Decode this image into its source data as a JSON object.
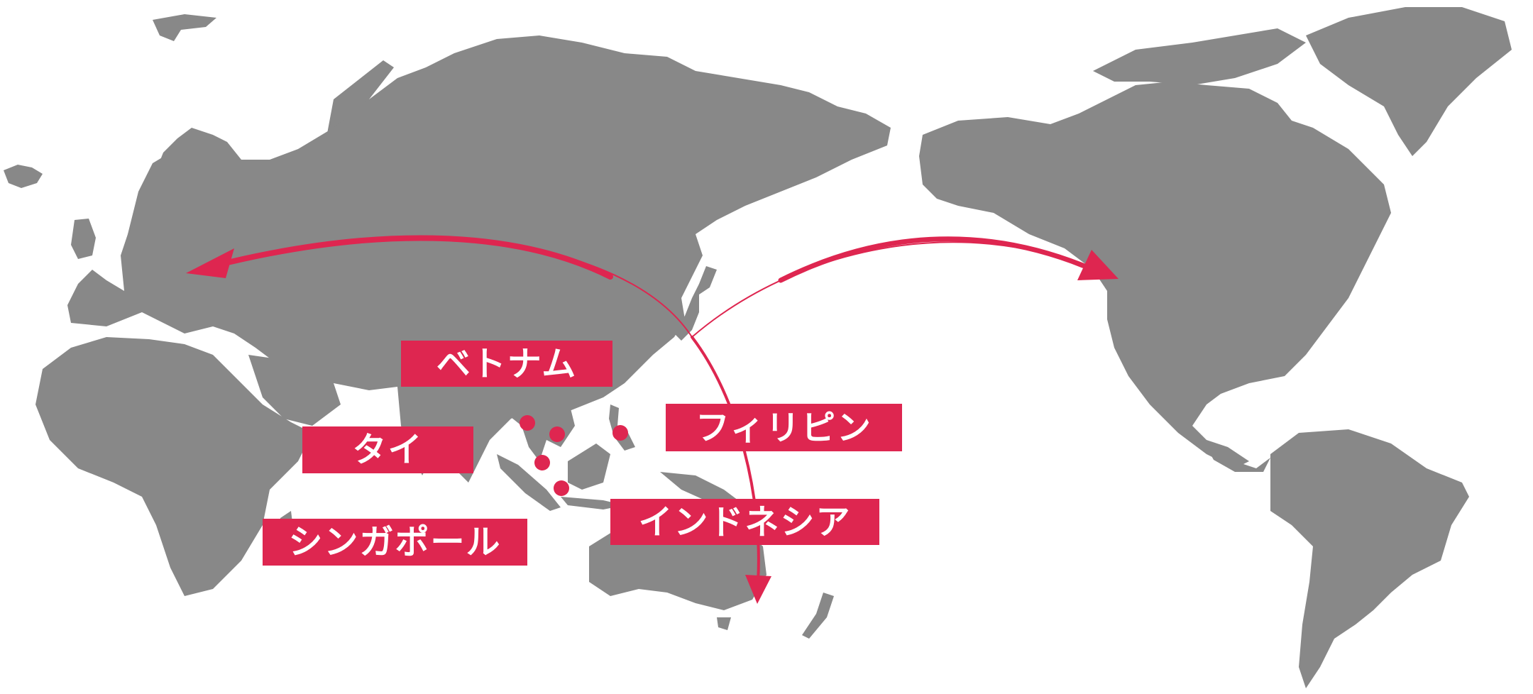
{
  "map": {
    "projection": "pacific-centered world map",
    "land_color": "#888888",
    "background_color": "#ffffff",
    "accent_color": "#de2650",
    "origin": "Japan"
  },
  "routes": [
    {
      "id": "to-europe",
      "from": "Japan",
      "to": "Europe"
    },
    {
      "id": "to-north-america",
      "from": "Japan",
      "to": "North America"
    },
    {
      "id": "to-australia",
      "from": "Japan",
      "to": "Australia"
    }
  ],
  "markers": [
    {
      "id": "thailand-dot"
    },
    {
      "id": "vietnam-dot"
    },
    {
      "id": "singapore-dot"
    },
    {
      "id": "indonesia-dot"
    },
    {
      "id": "philippines-dot"
    }
  ],
  "labels": {
    "vietnam": "ベトナム",
    "thailand": "タイ",
    "singapore": "シンガポール",
    "philippines": "フィリピン",
    "indonesia": "インドネシア"
  }
}
